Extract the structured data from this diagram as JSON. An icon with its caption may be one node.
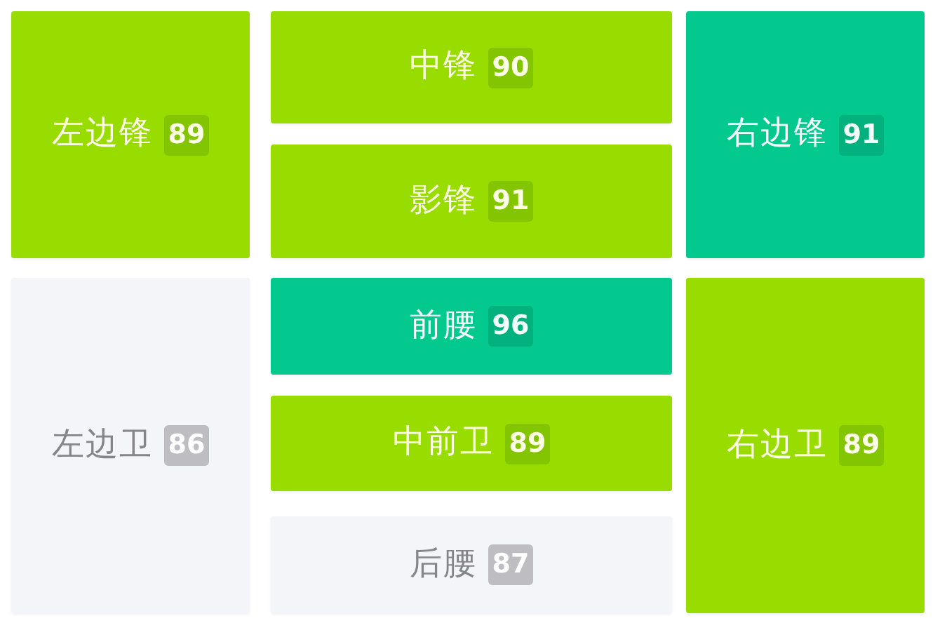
{
  "diagram": {
    "nodes": [
      {
        "text": [
          "左边锋",
          "89"
        ]
      },
      {
        "text": [
          "中锋",
          "90"
        ]
      },
      {
        "text": [
          "影锋",
          "91"
        ]
      },
      {
        "text": [
          "右边锋",
          "91"
        ]
      },
      {
        "text": [
          "左边卫",
          "86"
        ]
      },
      {
        "text": [
          "前腰",
          "96"
        ]
      },
      {
        "text": [
          "中前卫",
          "89"
        ]
      },
      {
        "text": [
          "后腰",
          "87"
        ]
      },
      {
        "text": [
          "右边卫",
          "89"
        ]
      }
    ]
  }
}
